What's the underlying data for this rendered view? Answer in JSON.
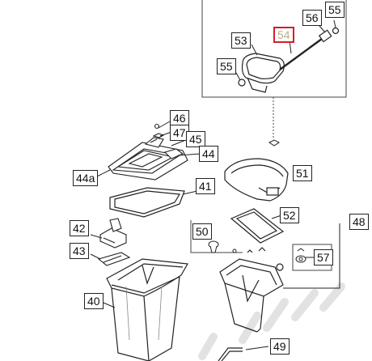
{
  "diagram": {
    "part_labels": {
      "p40": "40",
      "p41": "41",
      "p42": "42",
      "p43": "43",
      "p44": "44",
      "p44a": "44a",
      "p45": "45",
      "p46": "46",
      "p47": "47",
      "p48": "48",
      "p49": "49",
      "p50": "50",
      "p51": "51",
      "p52": "52",
      "p53": "53",
      "p54": "54",
      "p55a": "55",
      "p55b": "55",
      "p56": "56",
      "p57": "57"
    },
    "highlighted_part": "54",
    "colors": {
      "line": "#222222",
      "highlight": "#d31f2a",
      "highlight_text": "#b8b08a",
      "watermark": "#d9d9d9"
    }
  }
}
